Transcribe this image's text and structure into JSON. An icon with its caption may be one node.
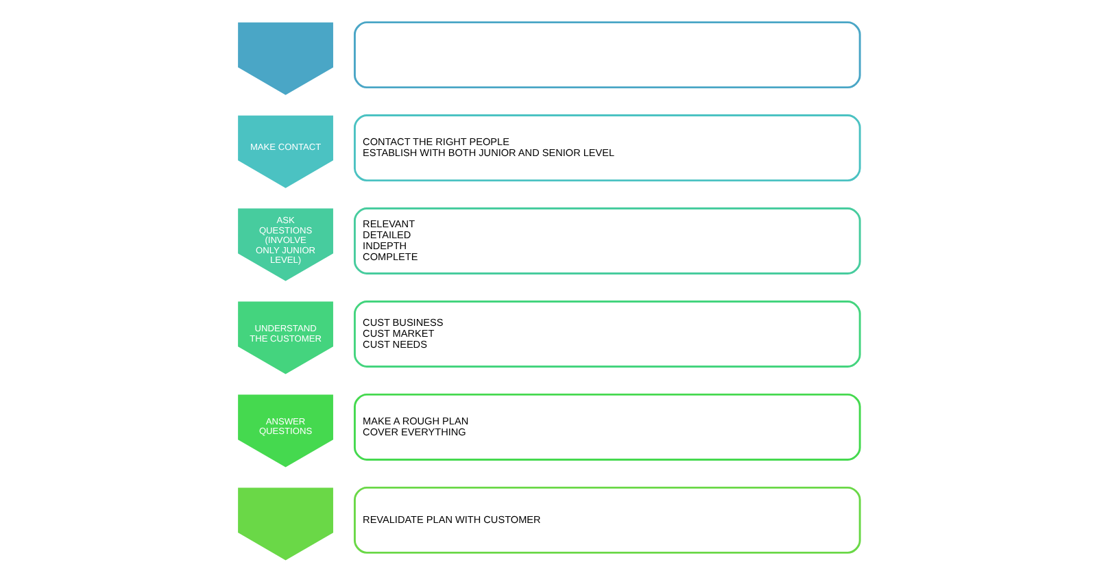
{
  "diagram": {
    "nodes": [
      {
        "text": [],
        "shape": "chevron"
      },
      {
        "text": [],
        "shape": "box"
      },
      {
        "text": [
          "MAKE CONTACT"
        ]
      },
      {
        "text": [
          "CONTACT THE RIGHT PEOPLE",
          "ESTABLISH WITH BOTH JUNIOR AND SENIOR LEVEL"
        ]
      },
      {
        "text": [
          "ASK QUESTIONS (INVOLVE ONLY JUNIOR LEVEL)"
        ]
      },
      {
        "text": [
          "RELEVANT",
          "DETAILED",
          "INDEPTH",
          "COMPLETE"
        ]
      },
      {
        "text": [
          "UNDERSTAND THE CUSTOMER"
        ]
      },
      {
        "text": [
          "CUST BUSINESS",
          "CUST MARKET",
          "CUST NEEDS"
        ]
      },
      {
        "text": [
          "ANSWER QUESTIONS"
        ]
      },
      {
        "text": [
          "MAKE A ROUGH PLAN",
          "COVER EVERYTHING"
        ]
      },
      {
        "text": [],
        "shape": "chevron"
      },
      {
        "text": [
          "REVALIDATE PLAN WITH CUSTOMER"
        ]
      }
    ],
    "edges": []
  }
}
